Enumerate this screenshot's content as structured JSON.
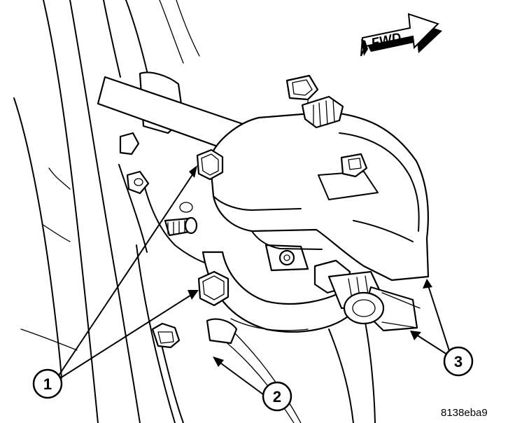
{
  "direction_badge": {
    "label": "FWD"
  },
  "callouts": [
    {
      "number": "1"
    },
    {
      "number": "2"
    },
    {
      "number": "3"
    }
  ],
  "figure_code": "8138eba9",
  "colors": {
    "ink": "#000000",
    "paper": "#ffffff"
  }
}
